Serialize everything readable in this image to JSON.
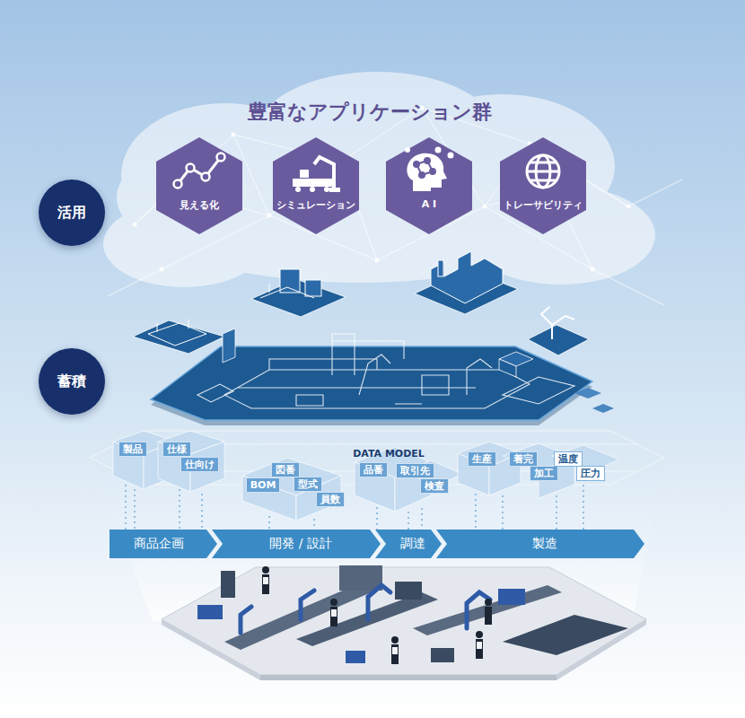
{
  "diagram": {
    "title": "豊富なアプリケーション群",
    "nodes": [
      {
        "text": [
          "活用"
        ]
      },
      {
        "text": [
          "蓄積"
        ]
      },
      {
        "text": [
          "見える化"
        ]
      },
      {
        "text": [
          "シミュレーション"
        ]
      },
      {
        "text": [
          "A I"
        ]
      },
      {
        "text": [
          "トレーサビリティ"
        ]
      },
      {
        "text": [
          "製品"
        ]
      },
      {
        "text": [
          "仕様"
        ]
      },
      {
        "text": [
          "仕向け"
        ]
      },
      {
        "text": [
          "図番"
        ]
      },
      {
        "text": [
          "BOM"
        ]
      },
      {
        "text": [
          "型式"
        ]
      },
      {
        "text": [
          "員数"
        ]
      },
      {
        "text": [
          "品番"
        ]
      },
      {
        "text": [
          "取引先"
        ]
      },
      {
        "text": [
          "検査"
        ]
      },
      {
        "text": [
          "生産"
        ]
      },
      {
        "text": [
          "着完"
        ]
      },
      {
        "text": [
          "加工"
        ]
      },
      {
        "text": [
          "温度"
        ]
      },
      {
        "text": [
          "圧力"
        ]
      },
      {
        "text": [
          "商品企画"
        ]
      },
      {
        "text": [
          "開発 / 設計"
        ]
      },
      {
        "text": [
          "調達"
        ]
      },
      {
        "text": [
          "製造"
        ]
      }
    ],
    "labels": [
      "DATA MODEL"
    ]
  }
}
